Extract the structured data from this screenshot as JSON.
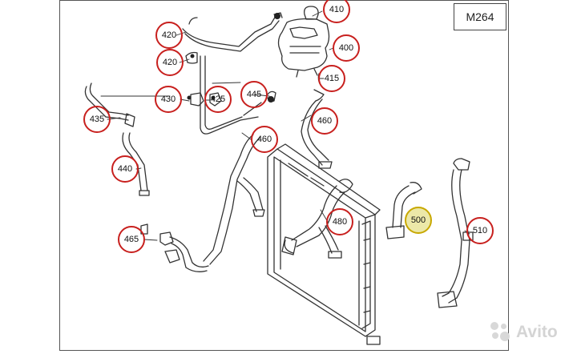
{
  "model_label": "M264",
  "callouts": [
    {
      "id": "410",
      "label": "410",
      "highlight": false
    },
    {
      "id": "420a",
      "label": "420",
      "highlight": false
    },
    {
      "id": "420b",
      "label": "420",
      "highlight": false
    },
    {
      "id": "400",
      "label": "400",
      "highlight": false
    },
    {
      "id": "415",
      "label": "415",
      "highlight": false
    },
    {
      "id": "430",
      "label": "430",
      "highlight": false
    },
    {
      "id": "425",
      "label": "425",
      "highlight": false
    },
    {
      "id": "445",
      "label": "445",
      "highlight": false
    },
    {
      "id": "435",
      "label": "435",
      "highlight": false
    },
    {
      "id": "460a",
      "label": "460",
      "highlight": false
    },
    {
      "id": "460b",
      "label": "460",
      "highlight": false
    },
    {
      "id": "440",
      "label": "440",
      "highlight": false
    },
    {
      "id": "480",
      "label": "480",
      "highlight": false
    },
    {
      "id": "500",
      "label": "500",
      "highlight": true
    },
    {
      "id": "510",
      "label": "510",
      "highlight": false
    },
    {
      "id": "465",
      "label": "465",
      "highlight": false
    }
  ],
  "watermark": "Avito",
  "colors": {
    "callout_ring": "#c8201e",
    "highlight_fill": "#ece8a8",
    "line": "#333333"
  }
}
